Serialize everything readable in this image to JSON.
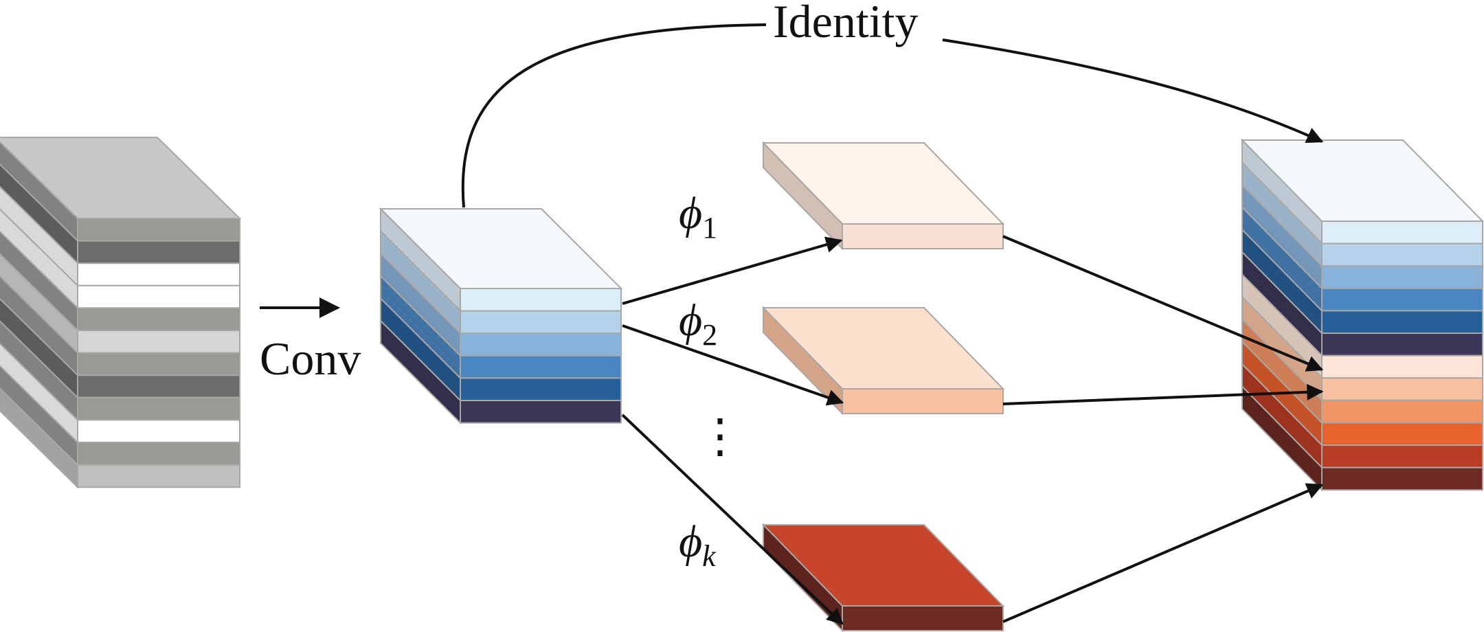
{
  "labels": {
    "identity": "Identity",
    "conv": "Conv",
    "phi": "ϕ",
    "phi_1_sub": "1",
    "phi_2_sub": "2",
    "phi_k_sub": "k",
    "ellipsis": "⋮"
  },
  "colors": {
    "input_stack": [
      "#9a9996",
      "#6e6c6a",
      "#ffffff",
      "#ffffff",
      "#9a9996",
      "#d8d6d4",
      "#9a9996",
      "#6e6c6a",
      "#9a9996",
      "#ffffff",
      "#9a9996",
      "#c0bfbd"
    ],
    "conv_stack": [
      "#deeef8",
      "#b6d3ec",
      "#88b2da",
      "#4b86c0",
      "#275f98",
      "#3c3758"
    ],
    "phi1_fill": "#fde6d8",
    "phi2_fill": "#f9c1a1",
    "phik_fill": "#c7452b",
    "phik_front": "#6d2a22",
    "output_stack": [
      "#deeef8",
      "#b6d3ec",
      "#88b2da",
      "#4b86c0",
      "#275f98",
      "#3c3758",
      "#fde6d8",
      "#f9c1a1",
      "#f29466",
      "#e8622e",
      "#b93c24",
      "#6d2a22"
    ],
    "arrow": "#111111"
  }
}
